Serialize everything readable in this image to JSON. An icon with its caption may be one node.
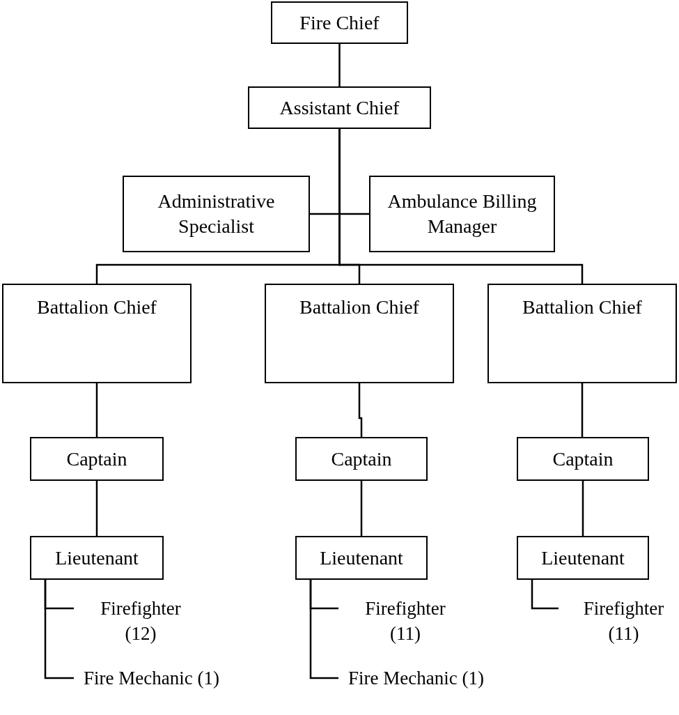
{
  "diagram": {
    "nodes": [
      {
        "text": [
          "Fire Chief"
        ]
      },
      {
        "text": [
          "Assistant Chief"
        ]
      },
      {
        "text": [
          "Administrative Specialist"
        ]
      },
      {
        "text": [
          "Ambulance Billing Manager"
        ]
      },
      {
        "text": [
          "Battalion Chief"
        ]
      },
      {
        "text": [
          "Battalion Chief"
        ]
      },
      {
        "text": [
          "Battalion Chief"
        ]
      },
      {
        "text": [
          "Captain"
        ]
      },
      {
        "text": [
          "Captain"
        ]
      },
      {
        "text": [
          "Captain"
        ]
      },
      {
        "text": [
          "Lieutenant"
        ]
      },
      {
        "text": [
          "Lieutenant"
        ]
      },
      {
        "text": [
          "Lieutenant"
        ]
      },
      {
        "text": [
          "Firefighter (12)"
        ]
      },
      {
        "text": [
          "Fire Mechanic (1)"
        ]
      },
      {
        "text": [
          "Firefighter (11)"
        ]
      },
      {
        "text": [
          "Fire Mechanic (1)"
        ]
      },
      {
        "text": [
          "Firefighter (11)"
        ]
      }
    ],
    "edges": [
      {
        "from": 0,
        "to": 1,
        "arrow": "none"
      },
      {
        "from": 1,
        "to": 2,
        "arrow": "none"
      },
      {
        "from": 1,
        "to": 3,
        "arrow": "none"
      },
      {
        "from": 1,
        "to": 4,
        "arrow": "none"
      },
      {
        "from": 1,
        "to": 5,
        "arrow": "none"
      },
      {
        "from": 1,
        "to": 6,
        "arrow": "none"
      },
      {
        "from": 4,
        "to": 7,
        "arrow": "none"
      },
      {
        "from": 5,
        "to": 8,
        "arrow": "none"
      },
      {
        "from": 6,
        "to": 9,
        "arrow": "none"
      },
      {
        "from": 7,
        "to": 10,
        "arrow": "none"
      },
      {
        "from": 8,
        "to": 11,
        "arrow": "none"
      },
      {
        "from": 9,
        "to": 12,
        "arrow": "none"
      },
      {
        "from": 10,
        "to": 13,
        "arrow": "none"
      },
      {
        "from": 10,
        "to": 14,
        "arrow": "none"
      },
      {
        "from": 11,
        "to": 15,
        "arrow": "none"
      },
      {
        "from": 11,
        "to": 16,
        "arrow": "none"
      },
      {
        "from": 12,
        "to": 17,
        "arrow": "none"
      }
    ]
  }
}
